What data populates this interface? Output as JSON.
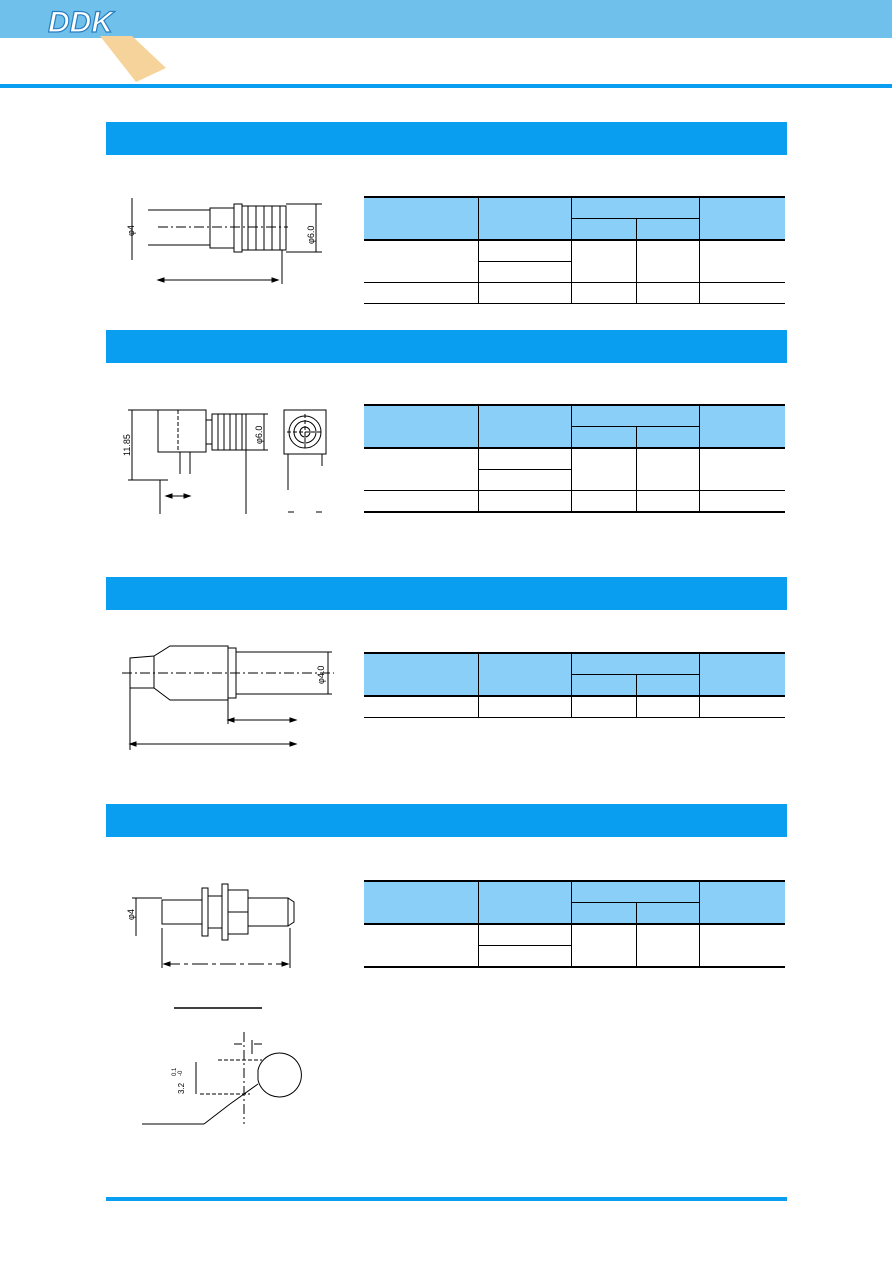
{
  "brand": {
    "logo_text": "DDK",
    "colors": {
      "header": "#6fc0ea",
      "accent": "#0a9ef0",
      "table_header": "#8acff8",
      "logo_tab": "#f6d39a"
    }
  },
  "drawings": {
    "d1": {
      "dia_left": "φ4",
      "dia_right": "φ6.0"
    },
    "d2": {
      "height": "11.85",
      "dia": "φ6.0"
    },
    "d3": {
      "dia": "φ4.0"
    },
    "d4": {
      "dia": "φ4"
    },
    "d5": {
      "dim": "3.2",
      "tol_upper": "0.1",
      "tol_lower": "-0"
    }
  }
}
